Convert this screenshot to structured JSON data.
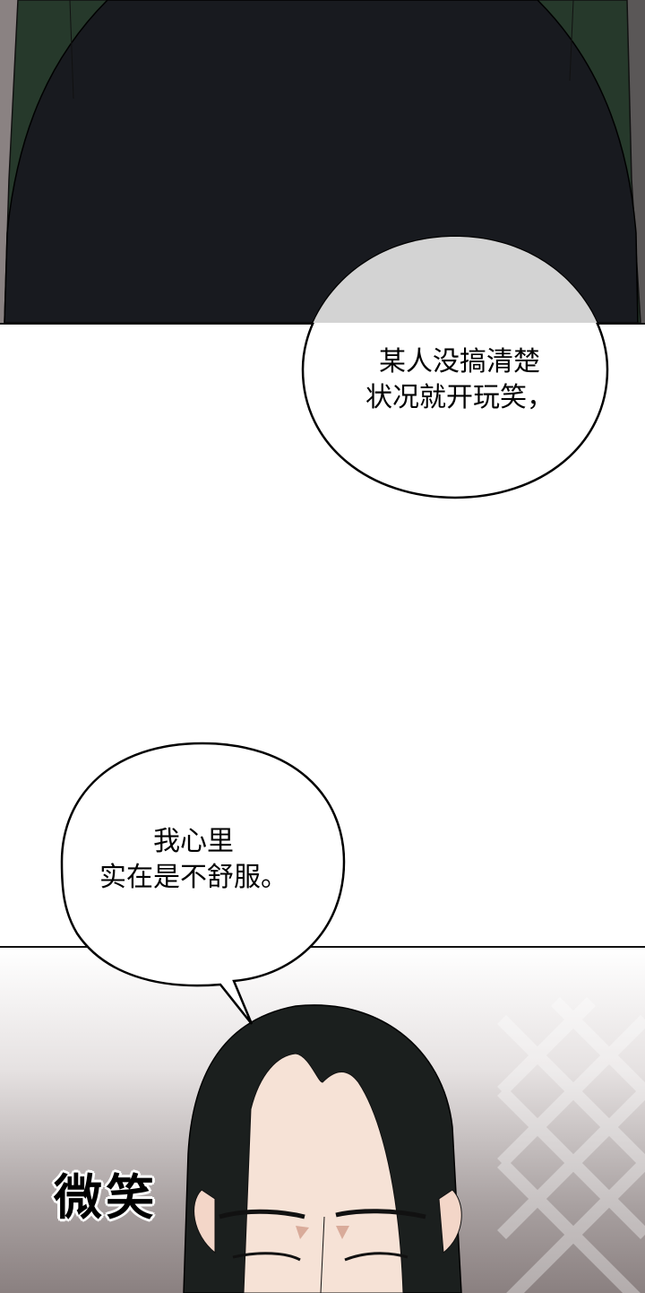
{
  "panels": {
    "top": {
      "colors": {
        "background": "#8f8787",
        "jacket": "#26392b",
        "hair": "#181a1f"
      }
    },
    "bottom": {
      "colors": {
        "hair": "#1b1f1e",
        "skin": "#f6e2d6",
        "blush": "#d9ab9a"
      }
    }
  },
  "bubbles": [
    {
      "text": "某人没搞清楚\n状况就开玩笑，",
      "fill": "#ffffff",
      "top_fill": "#d3d3d3"
    },
    {
      "text": "我心里\n实在是不舒服。",
      "fill": "#ffffff"
    }
  ],
  "sfx": {
    "text": "微笑"
  }
}
